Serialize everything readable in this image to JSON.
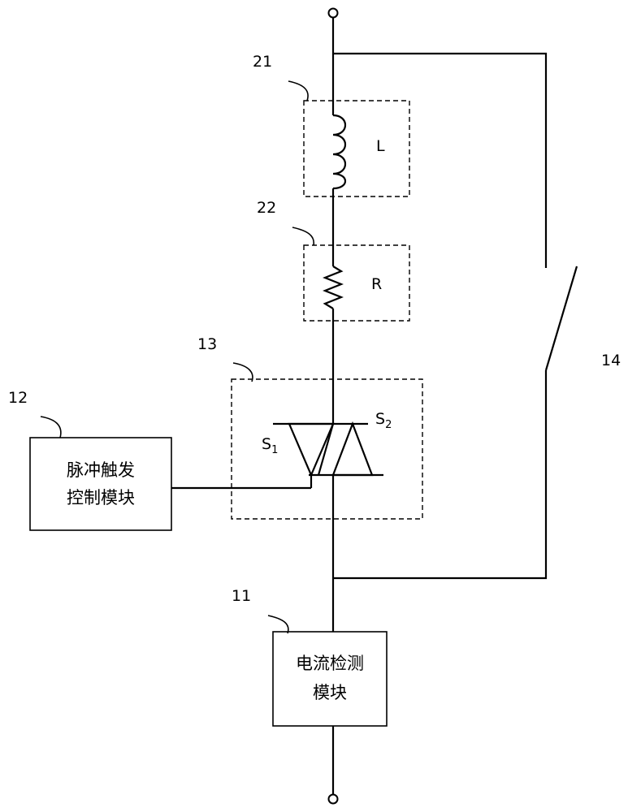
{
  "ref_numbers": {
    "inductor_block": "21",
    "resistor_block": "22",
    "thyristor_block": "13",
    "pulse_module": "12",
    "switch": "14",
    "current_module": "11"
  },
  "components": {
    "inductor_label": "L",
    "resistor_label": "R",
    "thyristor_s1": "S",
    "thyristor_s1_sub": "1",
    "thyristor_s2": "S",
    "thyristor_s2_sub": "2"
  },
  "modules": {
    "pulse_line1": "脉冲触发",
    "pulse_line2": "控制模块",
    "current_line1": "电流检测",
    "current_line2": "模块"
  }
}
